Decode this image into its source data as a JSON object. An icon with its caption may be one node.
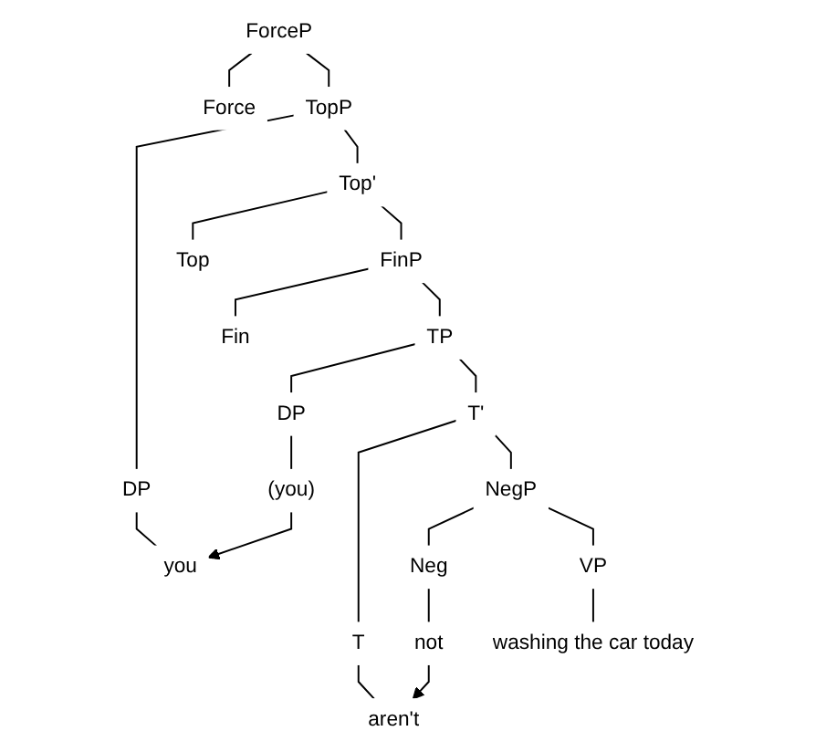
{
  "diagram": {
    "nodes": [
      {
        "text": [
          "ForceP"
        ]
      },
      {
        "text": [
          "Force"
        ]
      },
      {
        "text": [
          "TopP"
        ]
      },
      {
        "text": [
          "DP"
        ]
      },
      {
        "text": [
          "Top'"
        ]
      },
      {
        "text": [
          "you"
        ]
      },
      {
        "text": [
          "Top"
        ]
      },
      {
        "text": [
          "FinP"
        ]
      },
      {
        "text": [
          "Fin"
        ]
      },
      {
        "text": [
          "TP"
        ]
      },
      {
        "text": [
          "DP"
        ]
      },
      {
        "text": [
          "T'"
        ]
      },
      {
        "text": [
          "(you)"
        ]
      },
      {
        "text": [
          "T"
        ]
      },
      {
        "text": [
          "NegP"
        ]
      },
      {
        "text": [
          "aren't"
        ]
      },
      {
        "text": [
          "Neg"
        ]
      },
      {
        "text": [
          "VP"
        ]
      },
      {
        "text": [
          "not"
        ]
      },
      {
        "text": [
          "washing the car today"
        ]
      }
    ],
    "edges": [
      {
        "from": 0,
        "to": 1,
        "arrow": "none"
      },
      {
        "from": 0,
        "to": 2,
        "arrow": "none"
      },
      {
        "from": 2,
        "to": 3,
        "arrow": "none"
      },
      {
        "from": 2,
        "to": 4,
        "arrow": "none"
      },
      {
        "from": 3,
        "to": 5,
        "arrow": "none"
      },
      {
        "from": 4,
        "to": 6,
        "arrow": "none"
      },
      {
        "from": 4,
        "to": 7,
        "arrow": "none"
      },
      {
        "from": 7,
        "to": 8,
        "arrow": "none"
      },
      {
        "from": 7,
        "to": 9,
        "arrow": "none"
      },
      {
        "from": 9,
        "to": 10,
        "arrow": "none"
      },
      {
        "from": 9,
        "to": 11,
        "arrow": "none"
      },
      {
        "from": 10,
        "to": 12,
        "arrow": "none"
      },
      {
        "from": 11,
        "to": 13,
        "arrow": "none"
      },
      {
        "from": 11,
        "to": 14,
        "arrow": "none"
      },
      {
        "from": 13,
        "to": 15,
        "arrow": "none"
      },
      {
        "from": 14,
        "to": 16,
        "arrow": "none"
      },
      {
        "from": 14,
        "to": 17,
        "arrow": "none"
      },
      {
        "from": 16,
        "to": 18,
        "arrow": "none"
      },
      {
        "from": 17,
        "to": 19,
        "arrow": "none"
      },
      {
        "from": 12,
        "to": 5,
        "arrow": "to"
      },
      {
        "from": 18,
        "to": 15,
        "arrow": "to"
      }
    ]
  }
}
